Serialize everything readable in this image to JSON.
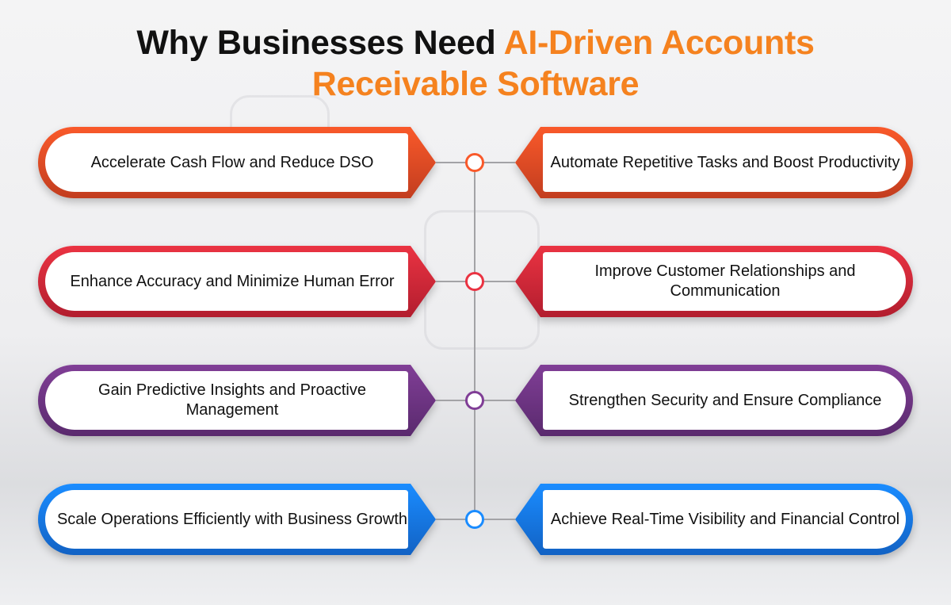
{
  "title": {
    "prefix": "Why Businesses Need ",
    "accent_line1": "AI-Driven Accounts",
    "accent_line2": "Receivable Software",
    "accent_color": "#f5821f"
  },
  "rows": [
    {
      "color_top": "#f9592a",
      "color_bottom": "#c23d1f",
      "left": "Accelerate Cash Flow and Reduce DSO",
      "right": "Automate Repetitive Tasks and Boost Productivity"
    },
    {
      "color_top": "#ea3342",
      "color_bottom": "#b21d2e",
      "left": "Enhance Accuracy and Minimize Human Error",
      "right": "Improve Customer Relationships and Communication"
    },
    {
      "color_top": "#803e96",
      "color_bottom": "#5a2a6e",
      "left": "Gain Predictive Insights and Proactive Management",
      "right": "Strengthen Security and Ensure Compliance"
    },
    {
      "color_top": "#1a8cff",
      "color_bottom": "#1262c4",
      "left": "Scale Operations Efficiently with Business Growth",
      "right": "Achieve Real-Time Visibility and Financial Control"
    }
  ]
}
